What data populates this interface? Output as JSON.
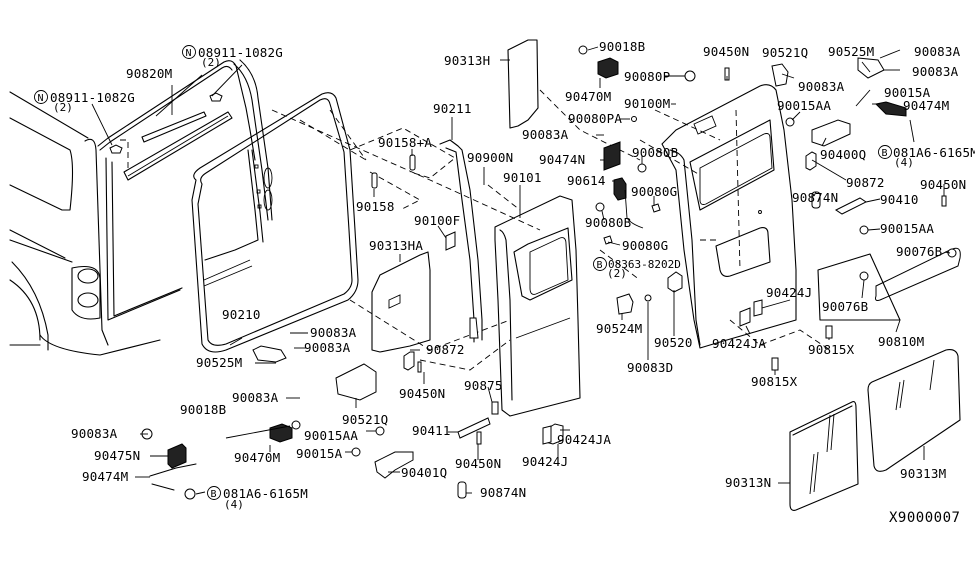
{
  "diagram": {
    "title": "Back Door Panel & Fitting",
    "reference_code": "X9000007",
    "accent_color": "#000000",
    "background_color": "#ffffff"
  },
  "labels": {
    "n_08911_1082g_top": {
      "prefix": "N",
      "code": "08911-1082G",
      "qty": "(2)"
    },
    "n_08911_1082g_left": {
      "prefix": "N",
      "code": "08911-1082G",
      "qty": "(2)"
    },
    "p90820M": "90820M",
    "p90313H": "90313H",
    "p90211": "90211",
    "p90158A": "90158+A",
    "p90158": "90158",
    "p90100F": "90100F",
    "p90313HA": "90313HA",
    "p90900N": "90900N",
    "p90101": "90101",
    "p90210": "90210",
    "p90083A_1": "90083A",
    "p90083A_2": "90083A",
    "p90525M_left": "90525M",
    "p90872_left": "90872",
    "p90450N_left": "90450N",
    "p90875": "90875",
    "p90083A_3": "90083A",
    "p90521Q_left": "90521Q",
    "p90018B_left": "90018B",
    "p90470M_left": "90470M",
    "p90015AA_left": "90015AA",
    "p90015A_left": "90015A",
    "p90401Q": "90401Q",
    "p90411": "90411",
    "p90450N_bottom": "90450N",
    "p90424JA_mid": "90424JA",
    "p90424J_mid": "90424J",
    "p90874N_bottom": "90874N",
    "p90083A_4": "90083A",
    "p90475N": "90475N",
    "p90474M_left": "90474M",
    "b_081a6_6165m_left": {
      "prefix": "B",
      "code": "081A6-6165M",
      "qty": "(4)"
    },
    "p90018B_top": "90018B",
    "p90080P": "90080P",
    "p90470M_top": "90470M",
    "p90080PA": "90080PA",
    "p90083A_5": "90083A",
    "p90474N": "90474N",
    "p90080B_1": "90080B",
    "p90614": "90614",
    "p90080G_1": "90080G",
    "p90080B_2": "90080B",
    "p90080G_2": "90080G",
    "b_08363_8202d": {
      "prefix": "B",
      "code": "08363-8202D",
      "qty": "(2)"
    },
    "p90524M": "90524M",
    "p90083D": "90083D",
    "p90520": "90520",
    "p90450N_top": "90450N",
    "p90100M": "90100M",
    "p90521Q_top": "90521Q",
    "p90083A_6": "90083A",
    "p90525M_top": "90525M",
    "p90083A_7": "90083A",
    "p90083A_8": "90083A",
    "p90015A_right": "90015A",
    "p90474M_right": "90474M",
    "p90015AA_right": "90015AA",
    "p90400Q": "90400Q",
    "b_081a6_6165m_right": {
      "prefix": "B",
      "code": "081A6-6165M",
      "qty": "(4)"
    },
    "p90872_right": "90872",
    "p90874N_right": "90874N",
    "p90410": "90410",
    "p90450N_right": "90450N",
    "p90015AA_r2": "90015AA",
    "p90076B_1": "90076B",
    "p90076B_2": "90076B",
    "p90424J_right": "90424J",
    "p90424JA_right": "90424JA",
    "p90815X_1": "90815X",
    "p90815X_2": "90815X",
    "p90810M": "90810M",
    "p90313N": "90313N",
    "p90313M": "90313M"
  }
}
